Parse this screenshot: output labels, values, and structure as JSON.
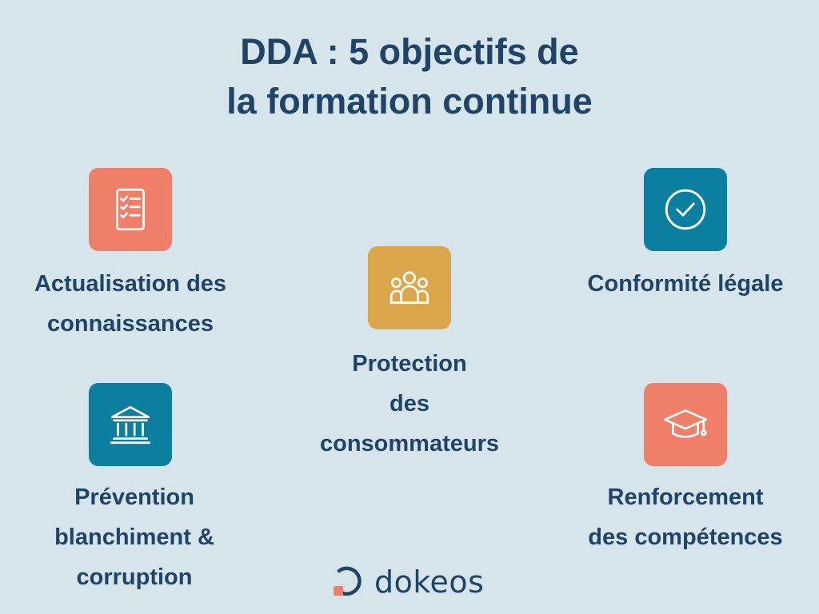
{
  "title": {
    "line1": "DDA : 5 objectifs de",
    "line2": "la formation continue"
  },
  "objectives": [
    {
      "icon": "checklist-icon",
      "color": "#f07f6a",
      "lines": [
        "Actualisation des",
        "connaissances"
      ]
    },
    {
      "icon": "group-icon",
      "color": "#dca74a",
      "lines": [
        "Protection",
        "des",
        "consommateurs"
      ]
    },
    {
      "icon": "check-circle-icon",
      "color": "#0b7fa0",
      "lines": [
        "Conformité légale"
      ]
    },
    {
      "icon": "bank-icon",
      "color": "#0b7fa0",
      "lines": [
        "Prévention",
        "blanchiment &",
        "corruption"
      ]
    },
    {
      "icon": "graduation-cap-icon",
      "color": "#f07f6a",
      "lines": [
        "Renforcement",
        "des compétences"
      ]
    }
  ],
  "brand": {
    "name": "dokeos",
    "accent": "#f07f6a",
    "text_color": "#1f4466"
  },
  "colors": {
    "background": "#d6e4ec",
    "heading": "#1f4466"
  }
}
